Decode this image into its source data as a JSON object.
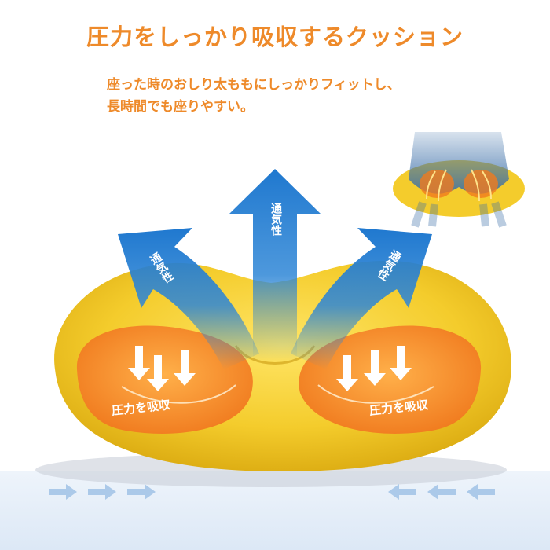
{
  "header": {
    "title": "圧力をしっかり吸収するクッション",
    "subtitle_line1": "座った時のおしり太ももにしっかりフィットし、",
    "subtitle_line2": "長時間でも座りやすい。"
  },
  "labels": {
    "ventilation_left": "通気性",
    "ventilation_center": "通気性",
    "ventilation_right": "通気性",
    "pressure_left": "圧力を吸収",
    "pressure_right": "圧力を吸収"
  },
  "colors": {
    "accent": "#ee8a2a",
    "cushion": "#f4cc2c",
    "pad": "#f58a2c",
    "arrow": "#2e86d6"
  }
}
